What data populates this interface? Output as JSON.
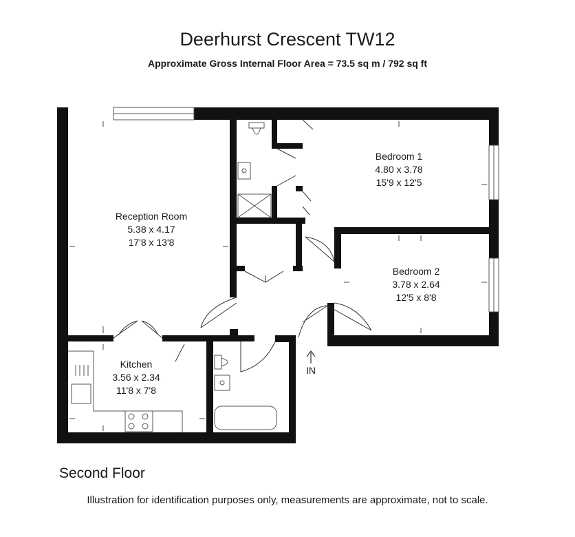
{
  "header": {
    "title": "Deerhurst Crescent TW12",
    "subtitle": "Approximate Gross Internal Floor Area  = 73.5 sq m  / 792 sq ft"
  },
  "rooms": {
    "reception": {
      "name": "Reception Room",
      "metric": "5.38 x 4.17",
      "imperial": "17'8 x 13'8"
    },
    "bedroom1": {
      "name": "Bedroom 1",
      "metric": "4.80 x 3.78",
      "imperial": "15'9 x 12'5"
    },
    "bedroom2": {
      "name": "Bedroom 2",
      "metric": "3.78 x 2.64",
      "imperial": "12'5 x 8'8"
    },
    "kitchen": {
      "name": "Kitchen",
      "metric": "3.56 x 2.34",
      "imperial": "11'8 x 7'8"
    }
  },
  "entrance_label": "IN",
  "floor_label": "Second Floor",
  "disclaimer": "Illustration for identification purposes only, measurements are approximate, not to scale.",
  "colors": {
    "wall": "#111111",
    "fixture": "#555555"
  }
}
